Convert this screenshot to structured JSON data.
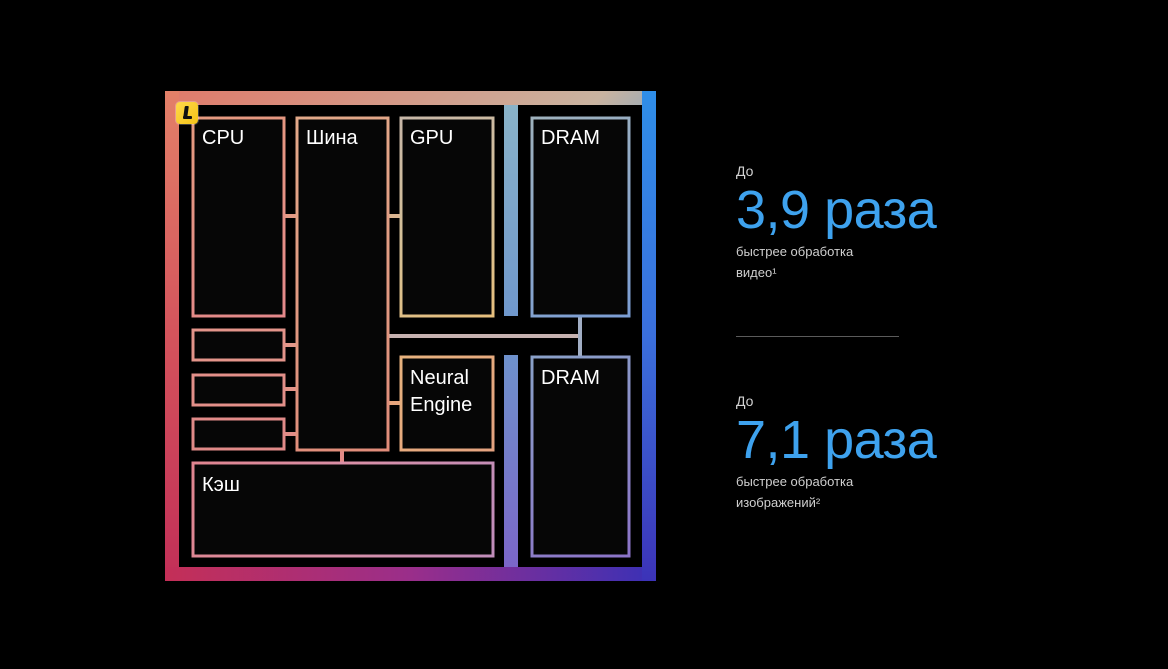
{
  "diagram": {
    "blocks": {
      "cpu": "CPU",
      "bus": "Шина",
      "gpu": "GPU",
      "dram_top": "DRAM",
      "neural_line1": "Neural",
      "neural_line2": "Engine",
      "dram_bottom": "DRAM",
      "cache": "Кэш"
    }
  },
  "stats": [
    {
      "prefix": "До",
      "value": "3,9 раза",
      "description": "быстрее обработка\nвидео¹"
    },
    {
      "prefix": "До",
      "value": "7,1 раза",
      "description": "быстрее обработка\nизображений²"
    }
  ],
  "colors": {
    "accent": "#3ea2ee",
    "background": "#000000"
  }
}
